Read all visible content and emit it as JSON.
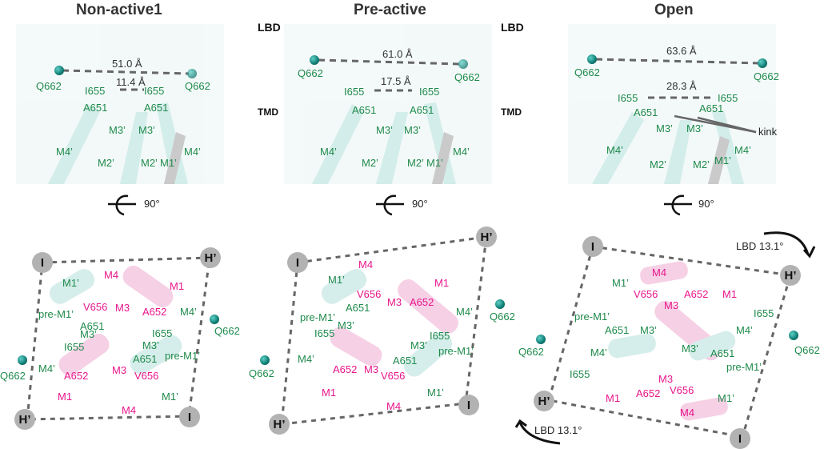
{
  "panels": {
    "nonactive1": {
      "title": "Non-active1",
      "side_distance": {
        "label": "51.0 Å",
        "value": 51.0
      },
      "side_pore": {
        "label": "11.4 Å",
        "value": 11.4
      },
      "side_labels": {
        "q662": "Q662",
        "i655": "I655",
        "a651": "A651",
        "m3p": "M3’",
        "m4p": "M4’",
        "m2p": "M2’",
        "m1p": "M1’"
      },
      "rotation": "90°",
      "top": {
        "nodes": {
          "i_top": "I",
          "h_top": "H’",
          "h_bottom": "H’",
          "i_bottom": "I"
        },
        "labels": {
          "m1p": "M1’",
          "m4": "M4",
          "m1": "M1",
          "premi": "pre-M1’",
          "v656": "V656",
          "m3": "M3",
          "a652": "A652",
          "m4p": "M4’",
          "a651": "A651",
          "m3p": "M3’",
          "i655": "I655",
          "q662": "Q662"
        }
      }
    },
    "preactive": {
      "title": "Pre-active",
      "side_distance": {
        "label": "61.0 Å",
        "value": 61.0
      },
      "side_pore": {
        "label": "17.5 Å",
        "value": 17.5
      },
      "rotation": "90°"
    },
    "open": {
      "title": "Open",
      "side_distance": {
        "label": "63.6 Å",
        "value": 63.6
      },
      "side_pore": {
        "label": "28.3 Å",
        "value": 28.3
      },
      "kink_label": "kink",
      "rotation": "90°",
      "lbd_rotation": "LBD 13.1°"
    }
  },
  "regions": {
    "lbd": "LBD",
    "tmd": "TMD"
  },
  "colors": {
    "subunit_green": "#1f8a4c",
    "subunit_magenta": "#e8168c",
    "helix_cyan": "#bfe3df",
    "helix_pink": "#f3c1dc",
    "node_gray": "#b2b2b2"
  }
}
